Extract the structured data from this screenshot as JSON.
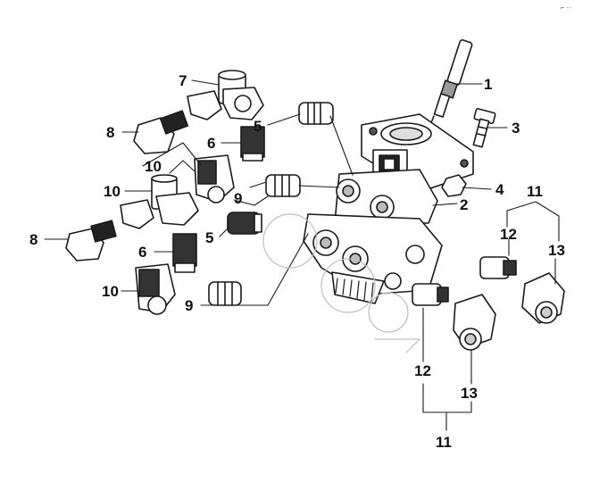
{
  "corner_mark": "⌐ ··",
  "callouts": [
    {
      "id": "c1",
      "text": "1"
    },
    {
      "id": "c2",
      "text": "2"
    },
    {
      "id": "c3",
      "text": "3"
    },
    {
      "id": "c4",
      "text": "4"
    },
    {
      "id": "c5a",
      "text": "5"
    },
    {
      "id": "c5b",
      "text": "5"
    },
    {
      "id": "c6a",
      "text": "6"
    },
    {
      "id": "c6b",
      "text": "6"
    },
    {
      "id": "c7",
      "text": "7"
    },
    {
      "id": "c8a",
      "text": "8"
    },
    {
      "id": "c8b",
      "text": "8"
    },
    {
      "id": "c9a",
      "text": "9"
    },
    {
      "id": "c9b",
      "text": "9"
    },
    {
      "id": "c10a",
      "text": "10"
    },
    {
      "id": "c10b",
      "text": "10"
    },
    {
      "id": "c10c",
      "text": "10"
    },
    {
      "id": "c11a",
      "text": "11"
    },
    {
      "id": "c11b",
      "text": "11"
    },
    {
      "id": "c12a",
      "text": "12"
    },
    {
      "id": "c12b",
      "text": "12"
    },
    {
      "id": "c13a",
      "text": "13"
    },
    {
      "id": "c13b",
      "text": "13"
    }
  ]
}
